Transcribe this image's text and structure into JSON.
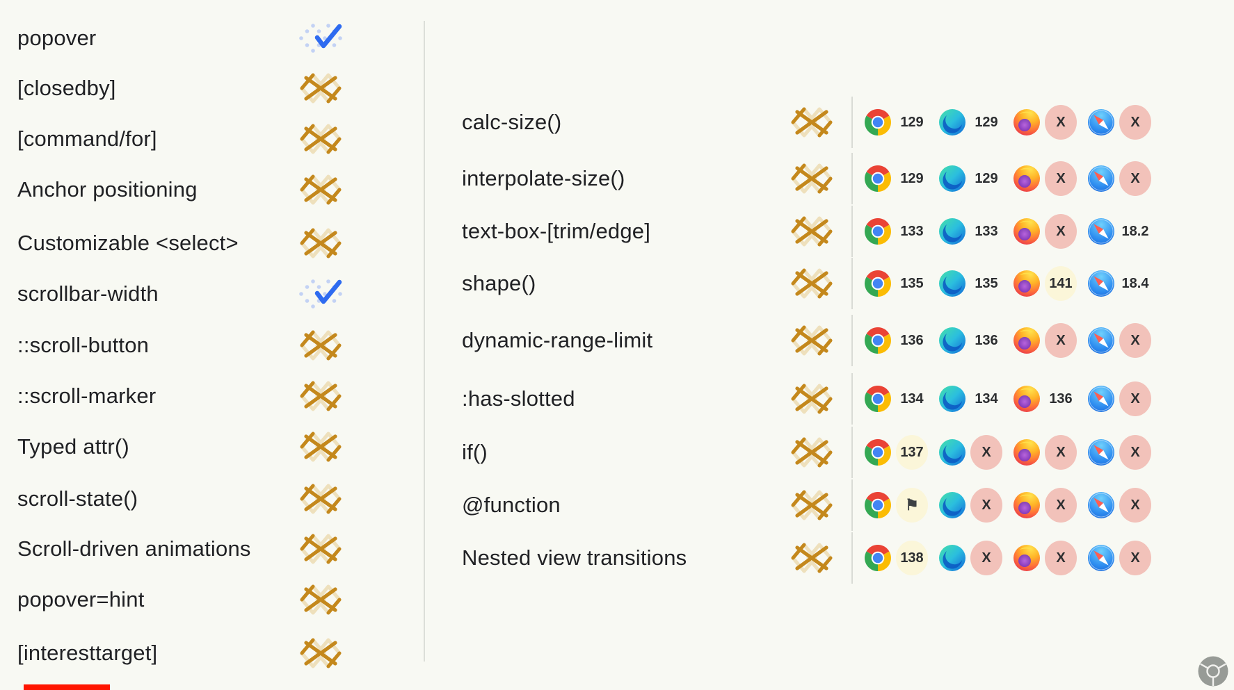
{
  "meta": {
    "bg_color": "#f8f9f3",
    "text_color": "#202124",
    "divider_color": "#dcded8",
    "baseline_gold": "#c4881c",
    "baseline_cream": "#eee0bc",
    "baseline_blue": "#2e6bf0",
    "baseline_blue_dot": "#c3d2f4",
    "badge_pink": "#f2c2ba",
    "badge_yellow": "#fbf6d9",
    "progress_bar_color": "#ff1500",
    "flag_glyph": "⚑",
    "not_supported_glyph": "X"
  },
  "left_panel": {
    "items": [
      {
        "label": "popover",
        "baseline": "newly"
      },
      {
        "label": "[closedby]",
        "baseline": "limited"
      },
      {
        "label": "[command/for]",
        "baseline": "limited"
      },
      {
        "label": "Anchor positioning",
        "baseline": "limited"
      },
      {
        "label": "Customizable <select>",
        "baseline": "limited"
      },
      {
        "label": "scrollbar-width",
        "baseline": "newly"
      },
      {
        "label": "::scroll-button",
        "baseline": "limited"
      },
      {
        "label": "::scroll-marker",
        "baseline": "limited"
      },
      {
        "label": "Typed attr()",
        "baseline": "limited"
      },
      {
        "label": "scroll-state()",
        "baseline": "limited"
      },
      {
        "label": "Scroll-driven animations",
        "baseline": "limited"
      },
      {
        "label": "popover=hint",
        "baseline": "limited"
      },
      {
        "label": "[interesttarget]",
        "baseline": "limited"
      }
    ]
  },
  "right_panel": {
    "browsers": [
      "chrome",
      "edge",
      "firefox",
      "safari"
    ],
    "rows": [
      {
        "label": "calc-size()",
        "baseline": "limited",
        "support": [
          {
            "browser": "chrome",
            "status": "stable",
            "value": "129"
          },
          {
            "browser": "edge",
            "status": "stable",
            "value": "129"
          },
          {
            "browser": "firefox",
            "status": "no",
            "value": "X"
          },
          {
            "browser": "safari",
            "status": "no",
            "value": "X"
          }
        ]
      },
      {
        "label": "interpolate-size()",
        "baseline": "limited",
        "support": [
          {
            "browser": "chrome",
            "status": "stable",
            "value": "129"
          },
          {
            "browser": "edge",
            "status": "stable",
            "value": "129"
          },
          {
            "browser": "firefox",
            "status": "no",
            "value": "X"
          },
          {
            "browser": "safari",
            "status": "no",
            "value": "X"
          }
        ]
      },
      {
        "label": "text-box-[trim/edge]",
        "baseline": "limited",
        "support": [
          {
            "browser": "chrome",
            "status": "stable",
            "value": "133"
          },
          {
            "browser": "edge",
            "status": "stable",
            "value": "133"
          },
          {
            "browser": "firefox",
            "status": "no",
            "value": "X"
          },
          {
            "browser": "safari",
            "status": "stable",
            "value": "18.2"
          }
        ]
      },
      {
        "label": "shape()",
        "baseline": "limited",
        "support": [
          {
            "browser": "chrome",
            "status": "stable",
            "value": "135"
          },
          {
            "browser": "edge",
            "status": "stable",
            "value": "135"
          },
          {
            "browser": "firefox",
            "status": "preview",
            "value": "141"
          },
          {
            "browser": "safari",
            "status": "stable",
            "value": "18.4"
          }
        ]
      },
      {
        "label": "dynamic-range-limit",
        "baseline": "limited",
        "support": [
          {
            "browser": "chrome",
            "status": "stable",
            "value": "136"
          },
          {
            "browser": "edge",
            "status": "stable",
            "value": "136"
          },
          {
            "browser": "firefox",
            "status": "no",
            "value": "X"
          },
          {
            "browser": "safari",
            "status": "no",
            "value": "X"
          }
        ]
      },
      {
        "label": ":has-slotted",
        "baseline": "limited",
        "support": [
          {
            "browser": "chrome",
            "status": "stable",
            "value": "134"
          },
          {
            "browser": "edge",
            "status": "stable",
            "value": "134"
          },
          {
            "browser": "firefox",
            "status": "stable",
            "value": "136"
          },
          {
            "browser": "safari",
            "status": "no",
            "value": "X"
          }
        ]
      },
      {
        "label": "if()",
        "baseline": "limited",
        "support": [
          {
            "browser": "chrome",
            "status": "preview",
            "value": "137"
          },
          {
            "browser": "edge",
            "status": "no",
            "value": "X"
          },
          {
            "browser": "firefox",
            "status": "no",
            "value": "X"
          },
          {
            "browser": "safari",
            "status": "no",
            "value": "X"
          }
        ]
      },
      {
        "label": "@function",
        "baseline": "limited",
        "support": [
          {
            "browser": "chrome",
            "status": "flag",
            "value": ""
          },
          {
            "browser": "edge",
            "status": "no",
            "value": "X"
          },
          {
            "browser": "firefox",
            "status": "no",
            "value": "X"
          },
          {
            "browser": "safari",
            "status": "no",
            "value": "X"
          }
        ]
      },
      {
        "label": "Nested view transitions",
        "baseline": "limited",
        "support": [
          {
            "browser": "chrome",
            "status": "preview",
            "value": "138"
          },
          {
            "browser": "edge",
            "status": "no",
            "value": "X"
          },
          {
            "browser": "firefox",
            "status": "no",
            "value": "X"
          },
          {
            "browser": "safari",
            "status": "no",
            "value": "X"
          }
        ]
      }
    ]
  },
  "watermark": {
    "icon": "chrome-logo-watermark",
    "color": "#8f948f"
  }
}
